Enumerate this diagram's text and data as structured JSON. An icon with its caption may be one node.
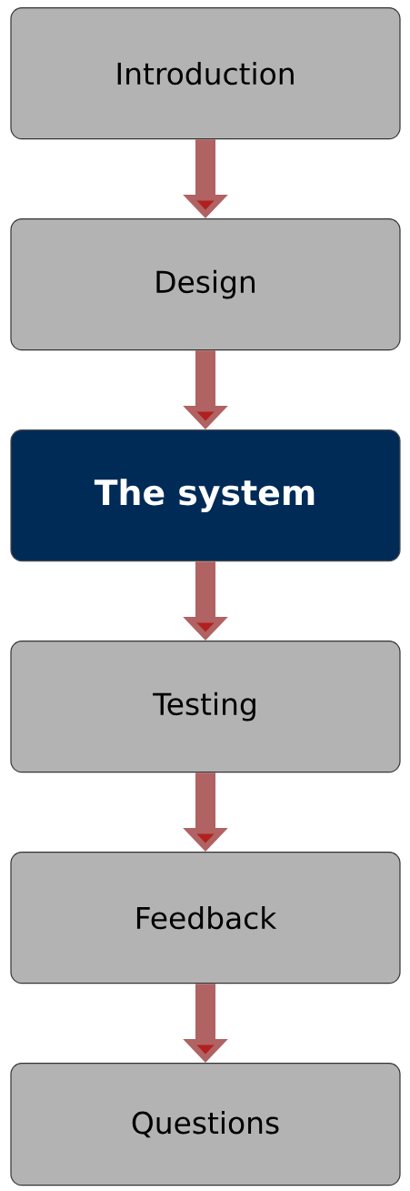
{
  "diagram": {
    "nodes": [
      {
        "text": [
          "Introduction"
        ]
      },
      {
        "text": [
          "Design"
        ]
      },
      {
        "text": [
          "The system"
        ]
      },
      {
        "text": [
          "Testing"
        ]
      },
      {
        "text": [
          "Feedback"
        ]
      },
      {
        "text": [
          "Questions"
        ]
      }
    ],
    "edges": [
      {
        "from": 0,
        "to": 1,
        "arrow": "to"
      },
      {
        "from": 1,
        "to": 2,
        "arrow": "to"
      },
      {
        "from": 2,
        "to": 3,
        "arrow": "to"
      },
      {
        "from": 3,
        "to": 4,
        "arrow": "to"
      },
      {
        "from": 4,
        "to": 5,
        "arrow": "to"
      }
    ]
  }
}
